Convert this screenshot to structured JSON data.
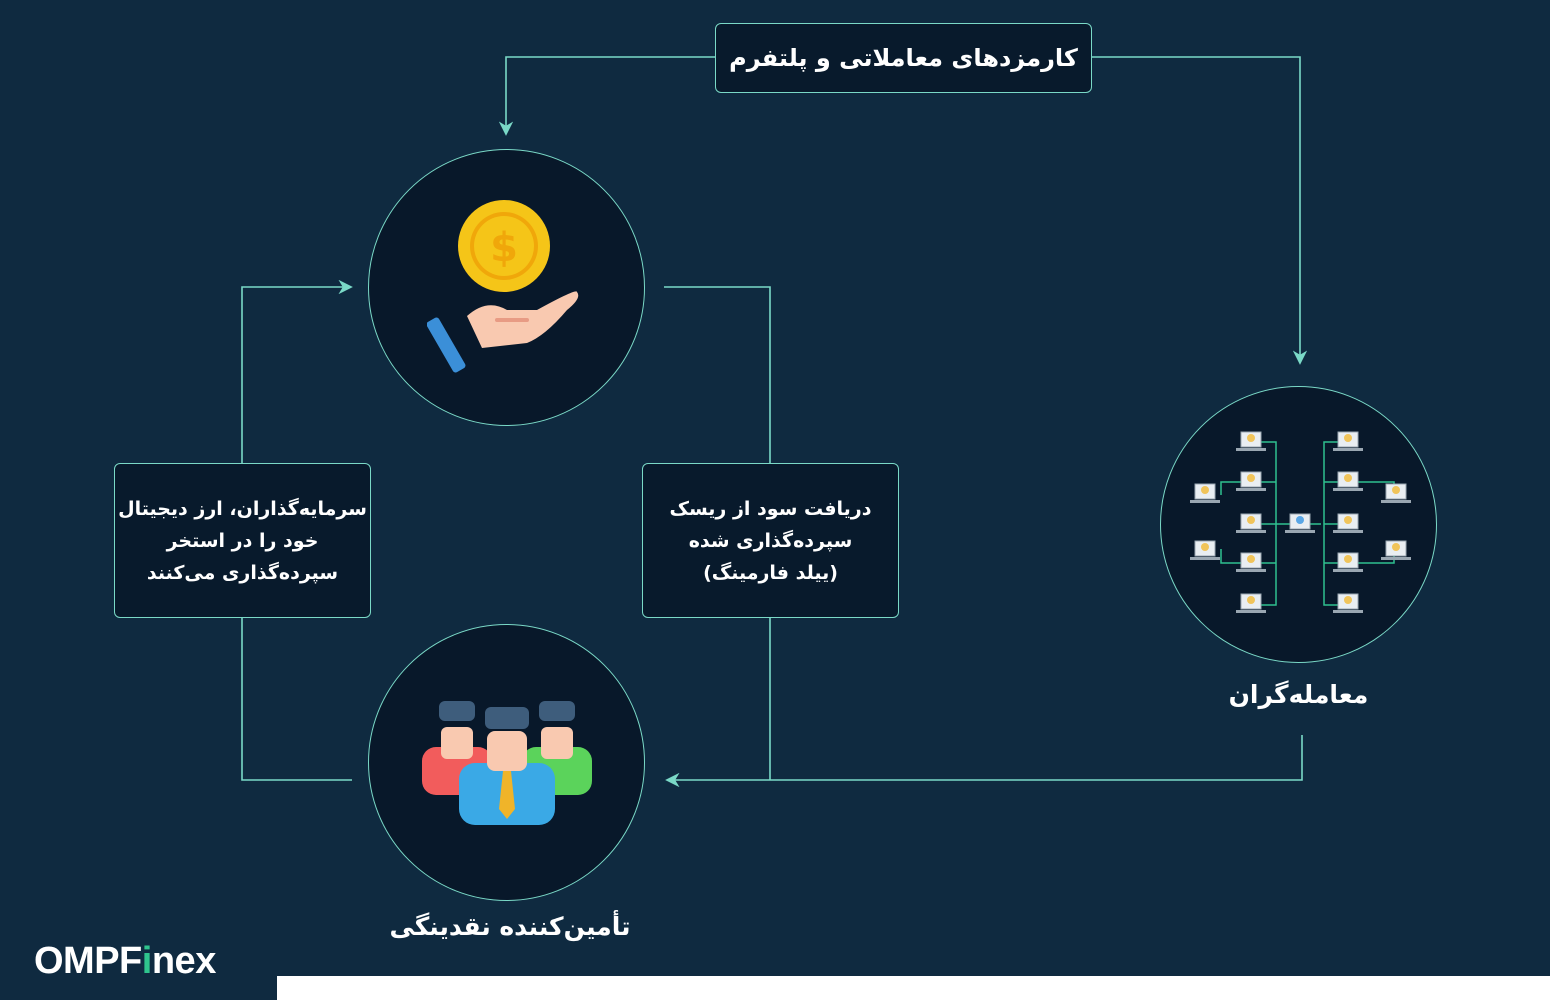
{
  "title": "کارمزدهای معاملاتی و پلتفرم",
  "nodes": {
    "reward": {
      "icon": "coin-in-hand-icon"
    },
    "traders": {
      "icon": "trader-network-icon",
      "label": "معامله‌گران"
    },
    "providers": {
      "icon": "people-group-icon",
      "label": "تأمین‌کننده نقدینگی"
    }
  },
  "boxes": {
    "deposit": {
      "text": "سرمایه‌گذاران، ارز دیجیتال\nخود را در استخر\nسپرده‌گذاری می‌کنند"
    },
    "yield": {
      "text": "دریافت سود از ریسک\nسپرده‌گذاری شده\n(ییلد فارمینگ)"
    }
  },
  "brand": {
    "name_main": "OMPF",
    "name_accent": "i",
    "name_end": "nex"
  },
  "colors": {
    "background": "#0f2a40",
    "node_fill": "#08182a",
    "accent_line": "#7ad9c7",
    "coin": "#f5c518",
    "brand_accent": "#2fc48d"
  }
}
